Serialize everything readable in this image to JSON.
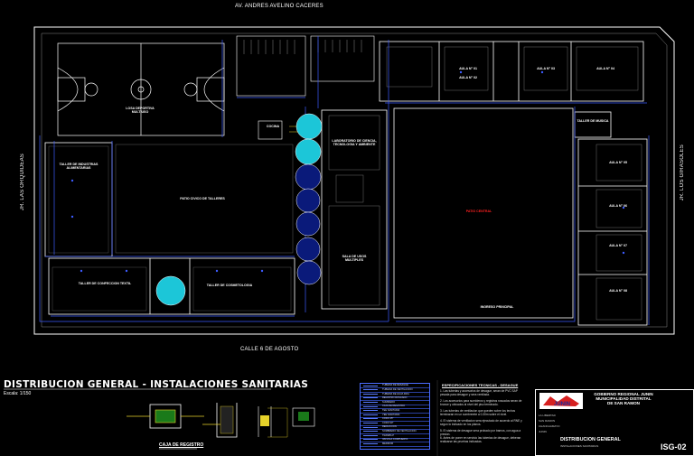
{
  "streets": {
    "top": "AV. ANDRES AVELINO CACERES",
    "bottom": "CALLE 6 DE AGOSTO",
    "left": "JR. LAS ORQUIDEAS",
    "right": "JR. LOS GIRASOLES"
  },
  "rooms": {
    "losa": "LOSA DEPORTIVA MULTIUSO",
    "patio_civico": "PATIO CIVICO DE TALLERES",
    "taller_izq": "TALLER DE INDUSTRIAS ALIMENTARIAS",
    "taller_conf": "TALLER DE CONFECCION TEXTIL",
    "taller_cosm": "TALLER DE COSMETOLOGIA",
    "cocina": "COCINA",
    "lab": "LABORATORIO DE CIENCIA, TECNOLOGIA Y AMBIENTE",
    "sala_usos": "SALA DE USOS MULTIPLES",
    "patio_central": "PATIO CENTRAL",
    "aula1": "AULA N° 01",
    "aula2": "AULA N° 02",
    "aula3": "AULA N° 03",
    "aula4": "AULA N° 04",
    "aula5": "AULA N° 05",
    "aula6": "AULA N° 06",
    "aula7": "AULA N° 07",
    "aula8": "AULA N° 08",
    "taller_musica": "TALLER DE MUSICA",
    "ingreso": "INGRESO PRINCIPAL"
  },
  "drawing": {
    "title": "DISTRIBUCION GENERAL - INSTALACIONES SANITARIAS",
    "scale": "Escala: 1/150",
    "detail": "CAJA DE REGISTRO"
  },
  "specs": {
    "title": "ESPECIFICACIONES TECNICAS - DESAGUE",
    "lines": [
      "1. Las tuberias y accesorios de desague, seran de PVC SAP pesada para desague y sera ventilada.",
      "2. Los accesorios para sumideros y registros roscados seran de bronce y ubicados al nivel del piso terminado.",
      "3. Las tuberias de ventilacion que queden sobre los techos terminaran en un sombrerete a 0.30m sobre el nivel.",
      "4. El sistema de ventilacion sera ejecutado de acuerdo al RNE y segun lo indicado en los planos.",
      "5. El sistema de desague sera probado por tramos, con agua a presion.",
      "6. Antes de poner en servicio las tuberias de desague, deberan realizarse las pruebas indicadas."
    ]
  },
  "legend": {
    "rows": [
      "TUBERIA DE DESAGUE",
      "TUBERIA DE VENTILACION",
      "TUBERIA DE AGUA FRIA",
      "REGISTRO ROSCADO",
      "SUMIDERO",
      "CAJA DE REGISTRO",
      "TEE SANITARIA",
      "YEE SANITARIA",
      "CODO 45°",
      "CODO 90°",
      "REDUCCION",
      "SOMBRERO DE VENTILACION",
      "TRAMPA P",
      "VALVULA COMPUERTA",
      "MEDIDOR"
    ]
  },
  "title_block": {
    "gov": "GOBIERNO REGIONAL JUNIN",
    "muni": "MUNICIPALIDAD DISTRITAL",
    "city": "DE SAN RAMON",
    "logo": "JUNIN",
    "sheet_title": "DISTRIBUCION GENERAL",
    "sheet_sub": "INSTALACIONES SANITARIAS",
    "sheet": "ISG-02",
    "region": "LA LIBERTAD",
    "district": "SAN RAMON",
    "province": "CHANCHAMAYO",
    "dept": "JUNIN"
  },
  "colors": {
    "walls": "#ffffff",
    "pipes": "#3d5bff",
    "tank_fill": "#1cc6d8",
    "tank_dark": "#0a1a7a",
    "accent_red": "#ff2020",
    "yellow": "#e6d22a"
  }
}
